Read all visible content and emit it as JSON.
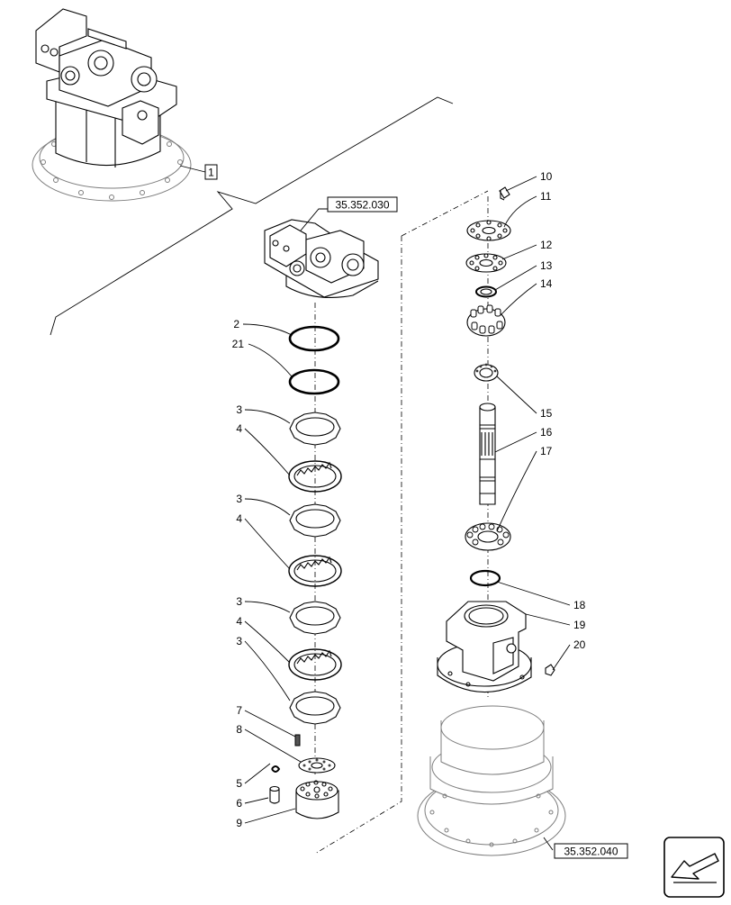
{
  "reference_boxes": {
    "main_assembly": "1",
    "upper_cover": "35.352.030",
    "reduction_gear": "35.352.040"
  },
  "callouts": [
    "2",
    "21",
    "3",
    "4",
    "3",
    "4",
    "3",
    "4",
    "3",
    "7",
    "8",
    "5",
    "6",
    "9",
    "10",
    "11",
    "12",
    "13",
    "14",
    "15",
    "16",
    "17",
    "18",
    "19",
    "20"
  ],
  "nav": {
    "icon": "arrow-left-icon"
  }
}
